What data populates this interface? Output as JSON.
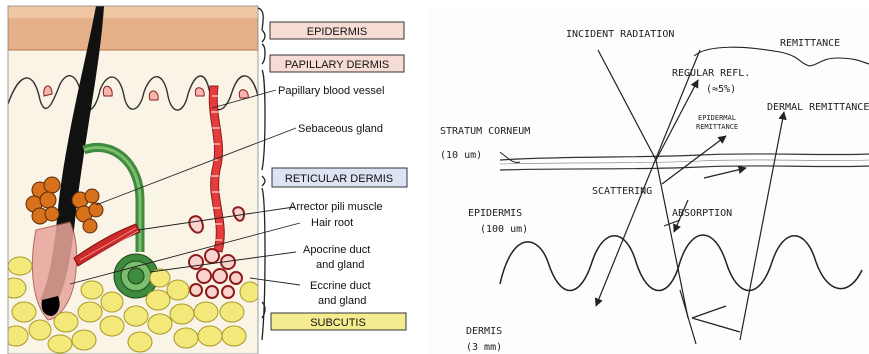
{
  "skin_diagram": {
    "layer_boxes": {
      "epidermis": "EPIDERMIS",
      "papillary_dermis": "PAPILLARY DERMIS",
      "reticular_dermis": "RETICULAR DERMIS",
      "subcutis": "SUBCUTIS"
    },
    "structure_labels": {
      "papillary_blood_vessel": "Papillary blood vessel",
      "sebaceous_gland": "Sebaceous gland",
      "arrector_pili_muscle": "Arrector pili muscle",
      "hair_root": "Hair root",
      "apocrine_line1": "Apocrine duct",
      "apocrine_line2": "and gland",
      "eccrine_line1": "Eccrine duct",
      "eccrine_line2": "and gland"
    },
    "colors": {
      "epidermis_fill": "#e8b48a",
      "box_fill_pink": "#f7dcd6",
      "box_fill_blue": "#dde3f3",
      "box_fill_yellow": "#f4ec8f",
      "fat": "#f3e97a",
      "gland_orange": "#d8711c",
      "muscle_red": "#cf2a2a",
      "duct_green": "#3e8a3e"
    }
  },
  "optics_diagram": {
    "labels": {
      "incident_radiation": "INCIDENT RADIATION",
      "remittance": "REMITTANCE",
      "regular_refl": "REGULAR REFL.",
      "regular_refl_pct": "(≈5%)",
      "dermal_remittance": "DERMAL REMITTANCE",
      "epidermal_remittance_1": "EPIDERMAL",
      "epidermal_remittance_2": "REMITTANCE",
      "stratum_corneum": "STRATUM CORNEUM",
      "stratum_corneum_thickness": "(10 um)",
      "scattering": "SCATTERING",
      "absorption": "ABSORPTION",
      "epidermis": "EPIDERMIS",
      "epidermis_thickness": "(100 um)",
      "dermis": "DERMIS",
      "dermis_thickness": "(3 mm)"
    }
  }
}
